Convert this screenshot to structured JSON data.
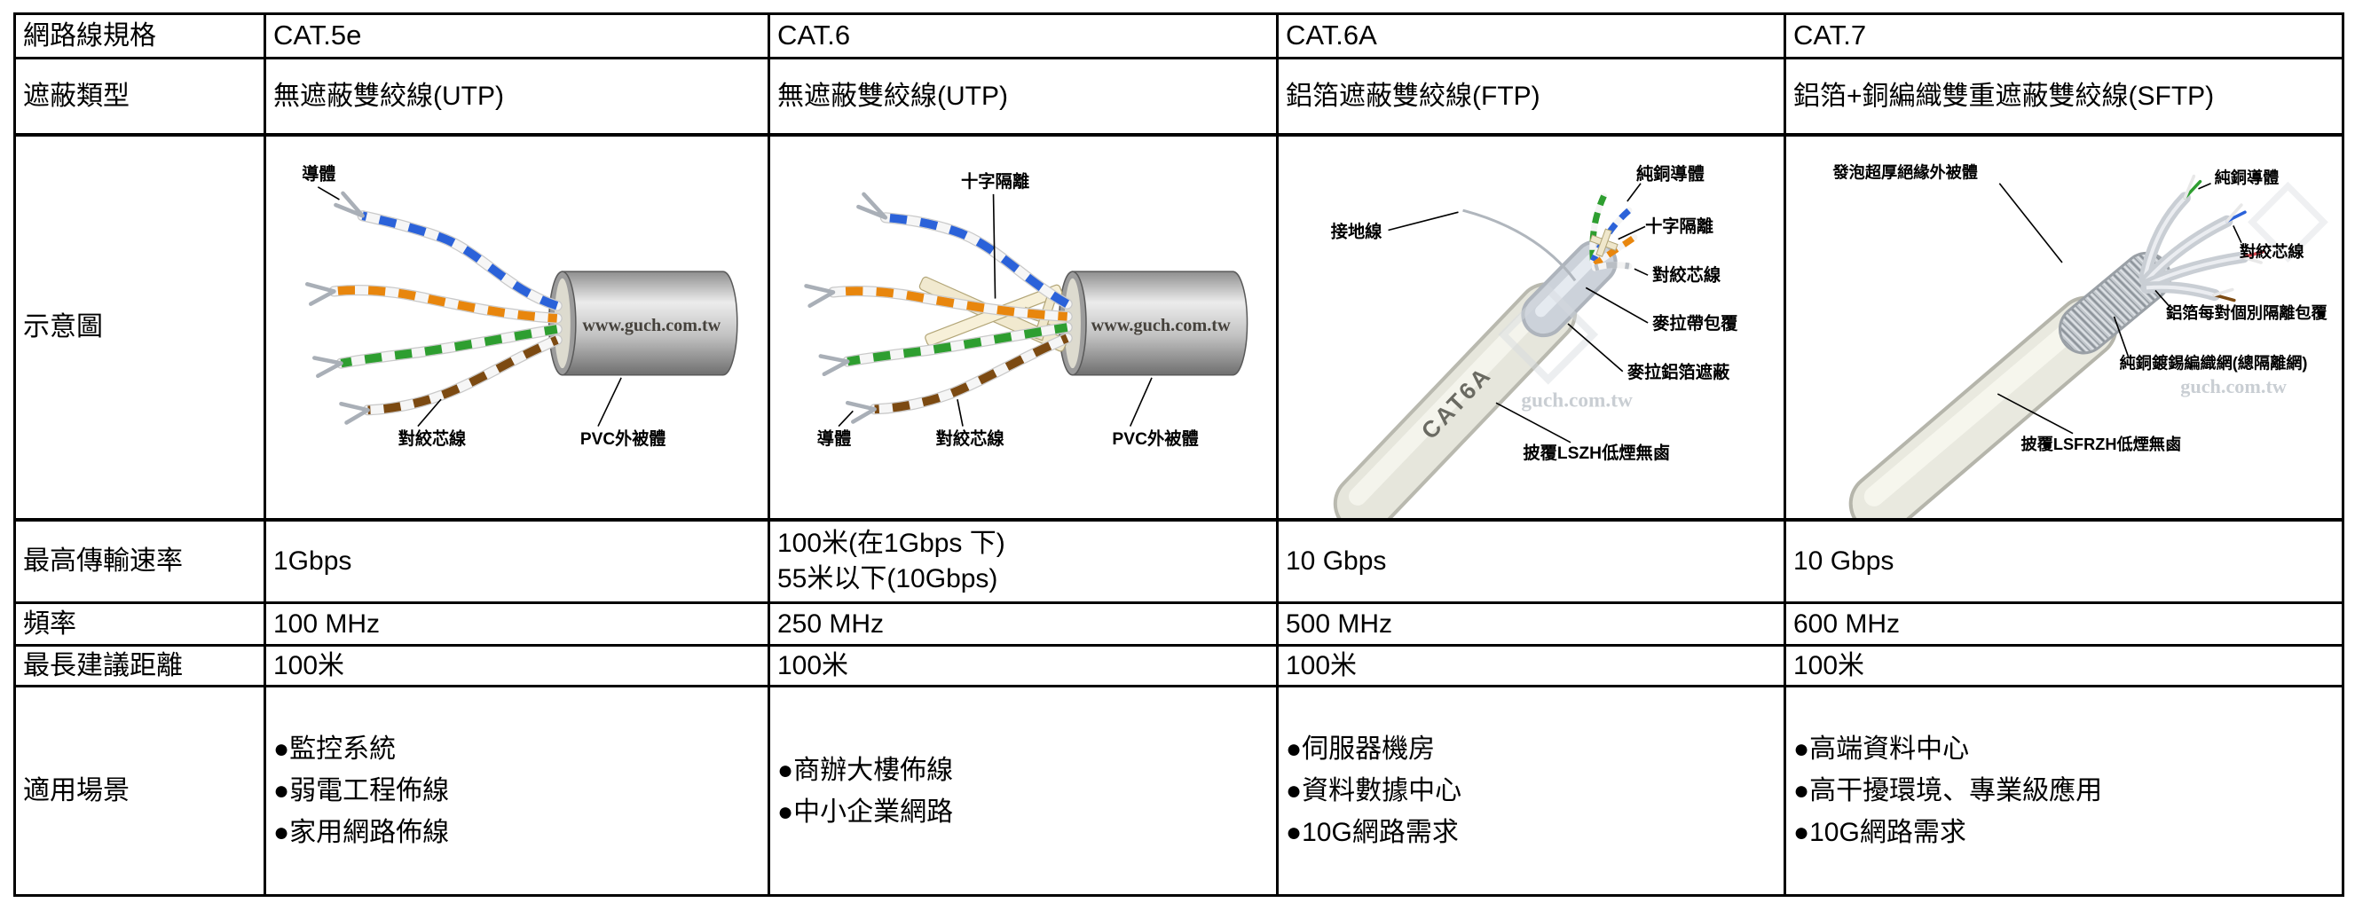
{
  "table": {
    "spec_header": {
      "row_label": "網路線規格",
      "categories": [
        "CAT.5e",
        "CAT.6",
        "CAT.6A",
        "CAT.7"
      ]
    },
    "shield_type": {
      "row_label": "遮蔽類型",
      "values": [
        "無遮蔽雙絞線(UTP)",
        "無遮蔽雙絞線(UTP)",
        "鋁箔遮蔽雙絞線(FTP)",
        "鋁箔+銅編織雙重遮蔽雙絞線(SFTP)"
      ]
    },
    "diagram": {
      "row_label": "示意圖",
      "wire_colors": {
        "blue": "#2b62d9",
        "orange": "#e8860d",
        "green": "#2e9e30",
        "brown": "#7c4a12"
      },
      "cat5e": {
        "watermark": "www.guch.com.tw",
        "labels": {
          "conductor": "導體",
          "twisted_pair": "對絞芯線",
          "jacket": "PVC外被體"
        }
      },
      "cat6": {
        "watermark": "www.guch.com.tw",
        "labels": {
          "cross_separator": "十字隔離",
          "conductor": "導體",
          "twisted_pair": "對絞芯線",
          "jacket": "PVC外被體"
        }
      },
      "cat6a": {
        "watermark": "guch.com.tw",
        "cable_print": "CAT6A",
        "labels": {
          "ground_wire": "接地線",
          "copper_conductor": "純銅導體",
          "cross_separator": "十字隔離",
          "twisted_pair": "對絞芯線",
          "mylar_wrap": "麥拉帶包覆",
          "mylar_foil_shield": "麥拉鋁箔遮蔽",
          "jacket": "披覆LSZH低煙無鹵"
        }
      },
      "cat7": {
        "watermark": "guch.com.tw",
        "labels": {
          "outer_insulation": "發泡超厚絕緣外被體",
          "copper_conductor": "純銅導體",
          "twisted_pair": "對絞芯線",
          "foil_per_pair": "鋁箔每對個別隔離包覆",
          "tinned_braid": "純銅鍍錫編織網(總隔離網)",
          "jacket": "披覆LSFRZH低煙無鹵"
        }
      }
    },
    "max_speed": {
      "row_label": "最高傳輸速率",
      "cat5e": "1Gbps",
      "cat6_line1": "100米(在1Gbps 下)",
      "cat6_line2": "55米以下(10Gbps)",
      "cat6a": "10 Gbps",
      "cat7": "10 Gbps"
    },
    "frequency": {
      "row_label": "頻率",
      "values": [
        "100 MHz",
        "250 MHz",
        "500 MHz",
        "600 MHz"
      ]
    },
    "max_distance": {
      "row_label": "最長建議距離",
      "values": [
        "100米",
        "100米",
        "100米",
        "100米"
      ]
    },
    "use_cases": {
      "row_label": "適用場景",
      "cat5e": [
        "●監控系統",
        "●弱電工程佈線",
        "●家用網路佈線"
      ],
      "cat6": [
        "●商辦大樓佈線",
        "●中小企業網路"
      ],
      "cat6a": [
        "●伺服器機房",
        "●資料數據中心",
        "●10G網路需求"
      ],
      "cat7": [
        "●高端資料中心",
        "●高干擾環境、專業級應用",
        "●10G網路需求"
      ]
    }
  }
}
